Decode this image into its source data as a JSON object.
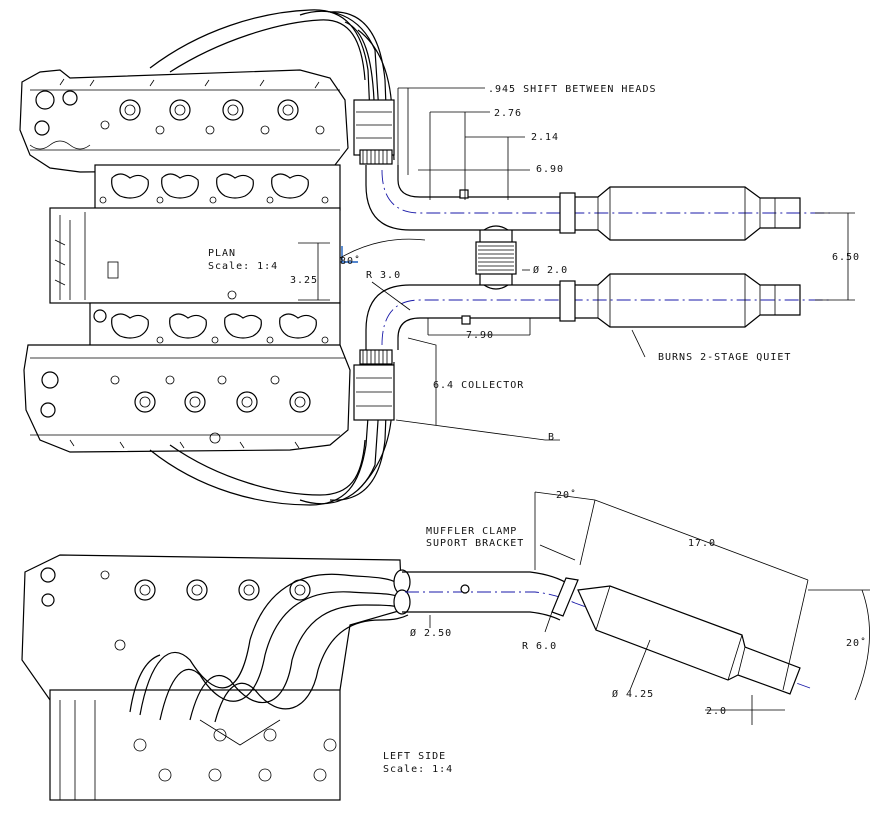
{
  "plan_view": {
    "title": "PLAN",
    "scale": "Scale:  1:4",
    "dims": {
      "shift_heads": ".945 SHIFT BETWEEN HEADS",
      "d276": "2.76",
      "d214": "2.14",
      "d690": "6.90",
      "d650": "6.50",
      "d325": "3.25",
      "angle80": "80˚",
      "r30": "R 3.0",
      "dia20": "Ø 2.0",
      "d790": "7.90",
      "collector": "6.4 COLLECTOR",
      "muffler_note": "BURNS 2-STAGE QUIET",
      "section_b": "B"
    }
  },
  "side_view": {
    "title": "LEFT SIDE",
    "scale": "Scale:  1:4",
    "dims": {
      "angle20_top": "20˚",
      "d170": "17.0",
      "clamp_note_1": "MUFFLER CLAMP",
      "clamp_note_2": "SUPORT BRACKET",
      "dia250": "Ø 2.50",
      "r60": "R 6.0",
      "dia425": "Ø 4.25",
      "d20": "2.0",
      "angle20_right": "20˚"
    }
  },
  "colors": {
    "line": "#000000",
    "centerline": "#1a1aa8",
    "background": "#ffffff"
  }
}
